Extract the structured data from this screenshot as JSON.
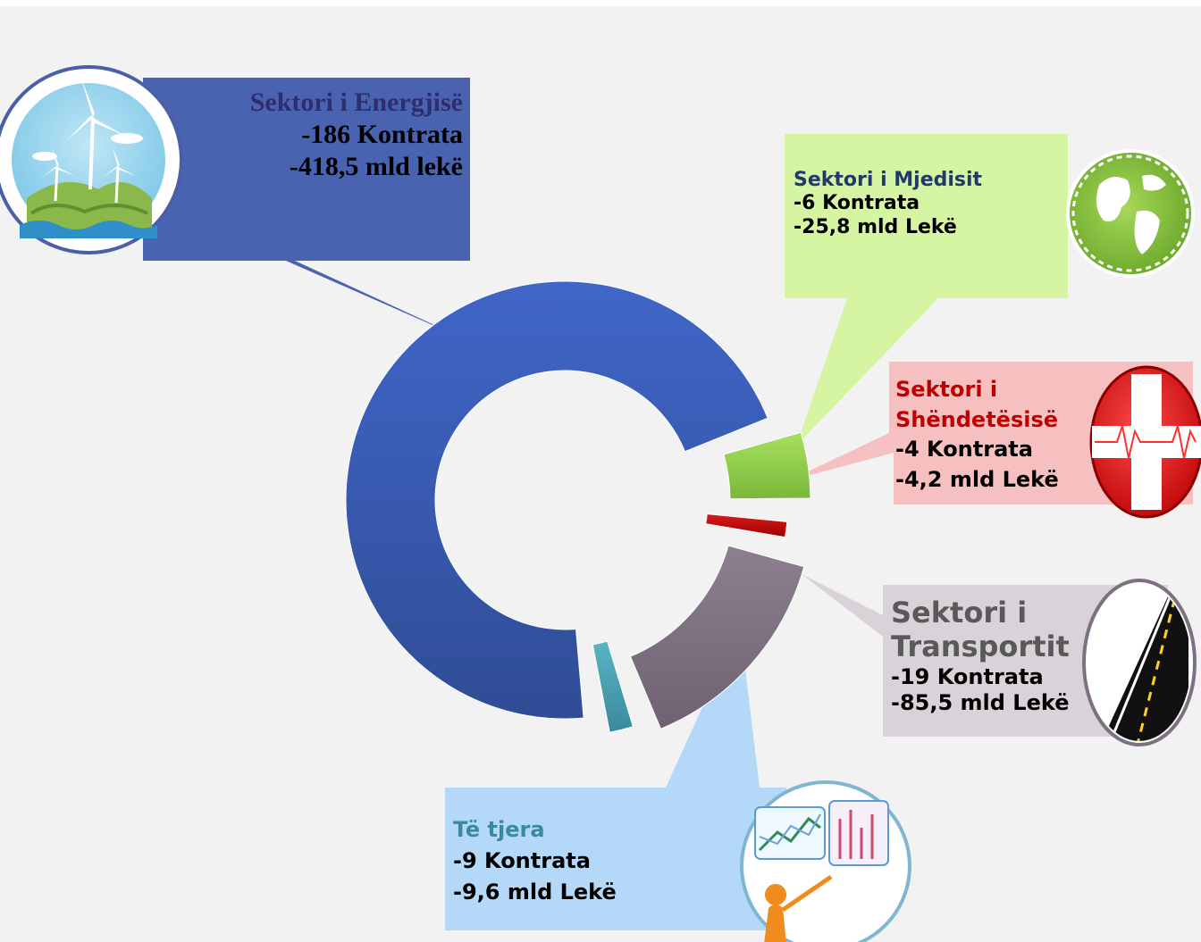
{
  "chart_data": {
    "type": "pie",
    "variant": "exploded-donut",
    "unit": "mld Lekë",
    "slices": [
      {
        "id": "energy",
        "label": "Sektori i Energjisë",
        "contracts_text": "-186 Kontrata",
        "value_text": "-418,5 mld lekë",
        "contracts": 186,
        "value": 418.5,
        "color": "#3a5bb5",
        "label_color": "#2e2e6e"
      },
      {
        "id": "environment",
        "label": "Sektori i Mjedisit",
        "contracts_text": "-6 Kontrata",
        "value_text": "-25,8 mld Lekë",
        "contracts": 6,
        "value": 25.8,
        "color": "#8ed04a",
        "label_color": "#1f3a6b"
      },
      {
        "id": "health",
        "label": "Sektori i Shëndetësisë",
        "label_lines": [
          "Sektori i",
          "Shëndetësisë"
        ],
        "contracts_text": "-4 Kontrata",
        "value_text": "-4,2 mld Lekë",
        "contracts": 4,
        "value": 4.2,
        "color": "#c00000",
        "label_color": "#c00000"
      },
      {
        "id": "transport",
        "label": "Sektori i Transportit",
        "label_lines": [
          "Sektori i",
          "Transportit"
        ],
        "contracts_text": "-19 Kontrata",
        "value_text": "-85,5 mld Lekë",
        "contracts": 19,
        "value": 85.5,
        "color": "#7d7080",
        "label_color": "#595959"
      },
      {
        "id": "other",
        "label": "Të tjera",
        "contracts_text": "-9 Kontrata",
        "value_text": "-9,6 mld Lekë",
        "contracts": 9,
        "value": 9.6,
        "color": "#4aa3b3",
        "label_color": "#3a8a9a"
      }
    ]
  },
  "callout_colors": {
    "energy": "#4a63b0",
    "environment": "#d6f5a3",
    "health": "#f7c0c0",
    "transport": "#d9d3d9",
    "other": "#b4d8f8"
  },
  "icons": {
    "energy": "wind-turbine-icon",
    "environment": "eco-globe-icon",
    "health": "medical-cross-heartbeat-icon",
    "transport": "road-icon",
    "other": "presentation-chart-icon"
  }
}
